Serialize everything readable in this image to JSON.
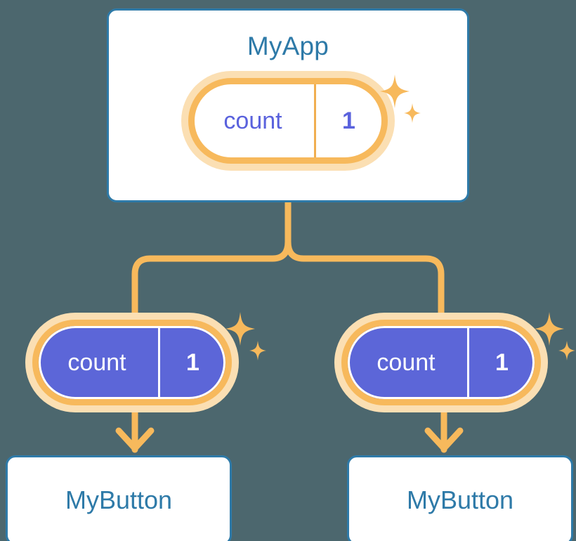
{
  "diagram": {
    "title_visible": false,
    "background_color": "#4c676e",
    "accent_orange": "#f7b95c",
    "accent_orange_soft": "#fbdfb3",
    "accent_blue": "#2e7aa8",
    "accent_purple": "#5c66d8",
    "card_background": "#ffffff"
  },
  "root": {
    "label": "MyApp",
    "state": {
      "key": "count",
      "value": "1"
    }
  },
  "children": [
    {
      "prop": {
        "key": "count",
        "value": "1"
      },
      "label": "MyButton"
    },
    {
      "prop": {
        "key": "count",
        "value": "1"
      },
      "label": "MyButton"
    }
  ],
  "icons": {
    "sparkle": "sparkle-icon",
    "arrow_down": "arrow-down-icon",
    "connector": "tree-connector"
  }
}
